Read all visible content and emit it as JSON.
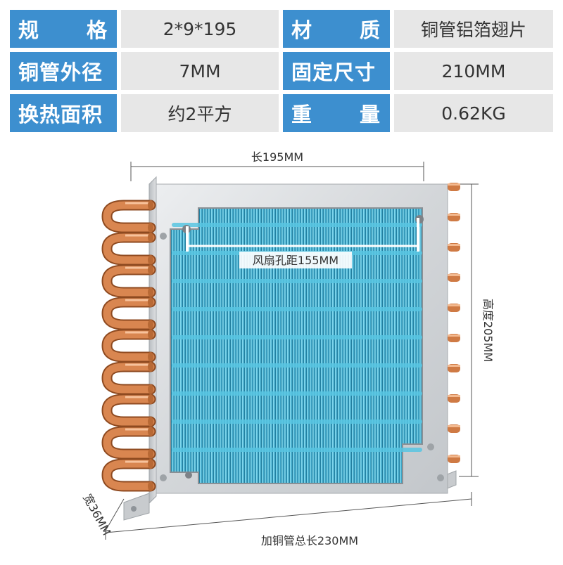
{
  "specs": [
    [
      {
        "label": "规格",
        "spread": true,
        "value": "2*9*195"
      },
      {
        "label": "材质",
        "spread": true,
        "value": "铜管铝箔翅片"
      }
    ],
    [
      {
        "label": "铜管外径",
        "spread": false,
        "value": "7MM"
      },
      {
        "label": "固定尺寸",
        "spread": false,
        "value": "210MM"
      }
    ],
    [
      {
        "label": "换热面积",
        "spread": false,
        "value": "约2平方"
      },
      {
        "label": "重量",
        "spread": true,
        "value": "0.62KG"
      }
    ]
  ],
  "dimensions": {
    "length": "长195MM",
    "fan_hole": "风扇孔距155MM",
    "height": "高度205MM",
    "width": "宽36MM",
    "total_length": "加铜管总长230MM"
  },
  "colors": {
    "header_blue": "#3d8fcf",
    "value_gray": "#e7e7e7",
    "fin_blue": "#3aa7c9",
    "copper": "#c8703a",
    "frame_silver": "#d6d8da"
  }
}
